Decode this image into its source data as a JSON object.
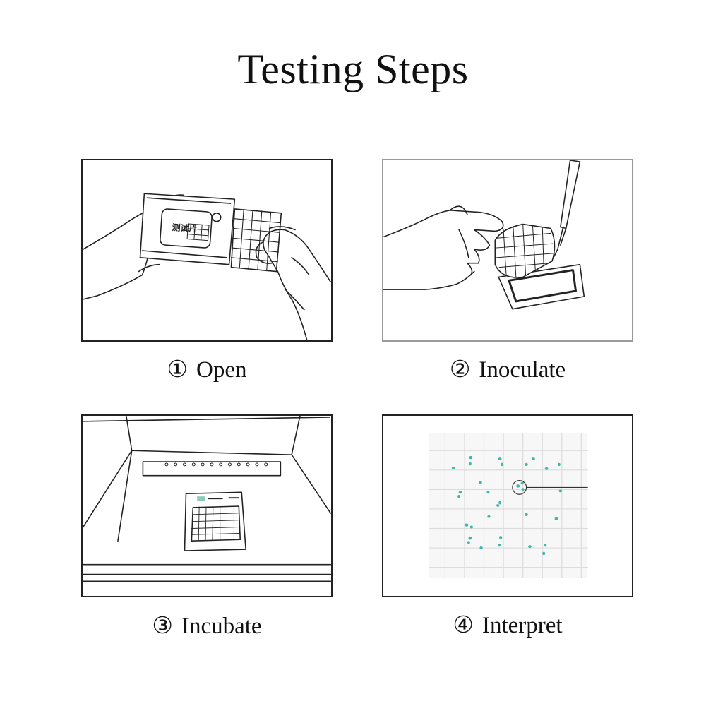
{
  "title": "Testing Steps",
  "packet": {
    "label": "测试片"
  },
  "steps": [
    {
      "num": "①",
      "label": "Open",
      "icon": "open-packet-icon"
    },
    {
      "num": "②",
      "label": "Inoculate",
      "icon": "pipette-icon"
    },
    {
      "num": "③",
      "label": "Incubate",
      "icon": "incubator-icon"
    },
    {
      "num": "④",
      "label": "Interpret",
      "icon": "colony-plate-icon"
    }
  ],
  "colors": {
    "line": "#222222",
    "colony": "#3fb8a6",
    "grid": "#dcdcdc"
  }
}
